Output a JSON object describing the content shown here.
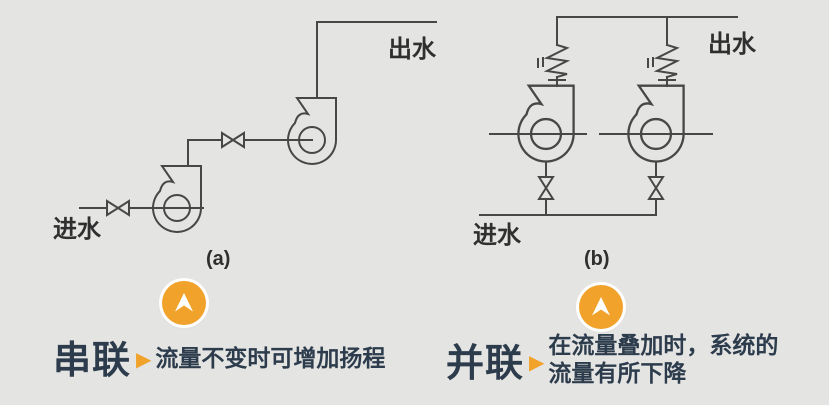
{
  "colors": {
    "background": "#e4e4e2",
    "line": "#474747",
    "diagram_text": "#2f2f2f",
    "caption_text": "#2d3c4c",
    "accent_orange": "#f0a22b",
    "arrow_white": "#ffffff"
  },
  "diagram_a": {
    "inlet_label": "进水",
    "outlet_label": "出水",
    "sublabel": "(a)"
  },
  "diagram_b": {
    "inlet_label": "进水",
    "outlet_label": "出水",
    "sublabel": "(b)"
  },
  "captions": {
    "series": {
      "term": "串联",
      "arrow_glyph": "▶",
      "description": "流量不变时可增加扬程"
    },
    "parallel": {
      "term": "并联",
      "arrow_glyph": "▶",
      "description_line1": "在流量叠加时，系统的",
      "description_line2": "流量有所下降"
    }
  },
  "icons": {
    "series_badge": "up-arrow-icon",
    "parallel_badge": "up-arrow-icon"
  }
}
